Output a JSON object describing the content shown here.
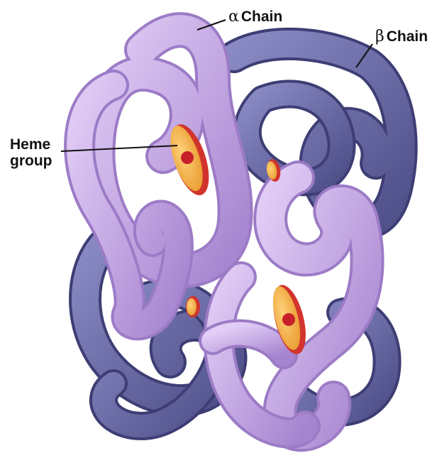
{
  "labels": {
    "alpha_chain": {
      "symbol": "α",
      "text": "Chain"
    },
    "beta_chain": {
      "symbol": "β",
      "text": "Chain"
    },
    "heme_group": {
      "line1": "Heme",
      "line2": "group"
    }
  },
  "colors": {
    "alpha_chain": "#c3a6e3",
    "beta_chain": "#6a6aa8",
    "heme_disc": "#f3b24a",
    "heme_rim": "#d1342c",
    "iron_center": "#c8202a"
  },
  "heme_groups_shown": 4
}
